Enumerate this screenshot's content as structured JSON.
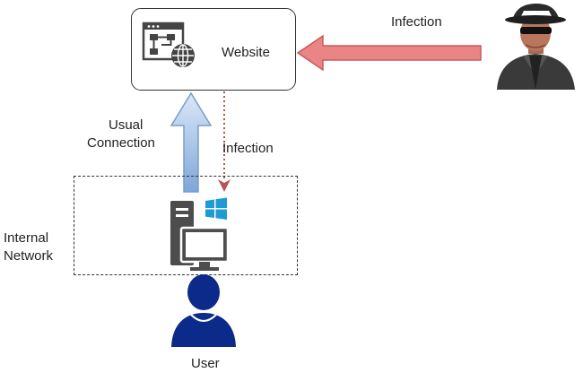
{
  "nodes": {
    "website": {
      "label": "Website",
      "icon": "website-network-icon"
    },
    "attacker": {
      "icon": "hacker-spy-icon"
    },
    "computer": {
      "icons": [
        "desktop-computer-icon",
        "windows-logo-icon"
      ]
    },
    "user": {
      "label": "User",
      "icon": "user-person-icon"
    }
  },
  "groups": {
    "internal_network": {
      "label_line1": "Internal",
      "label_line2": "Network"
    }
  },
  "edges": {
    "attacker_to_website": {
      "label": "Infection",
      "style": "solid-thick",
      "color": "#e57373"
    },
    "computer_to_website": {
      "label_line1": "Usual",
      "label_line2": "Connection",
      "style": "solid-thick",
      "color": "#9ab8e0"
    },
    "website_to_computer": {
      "label": "Infection",
      "style": "dotted",
      "color": "#b85450"
    }
  },
  "colors": {
    "user_blue": "#0b2a8a",
    "computer_gray": "#4d4d4d",
    "windows_blue": "#1e9bd7"
  }
}
